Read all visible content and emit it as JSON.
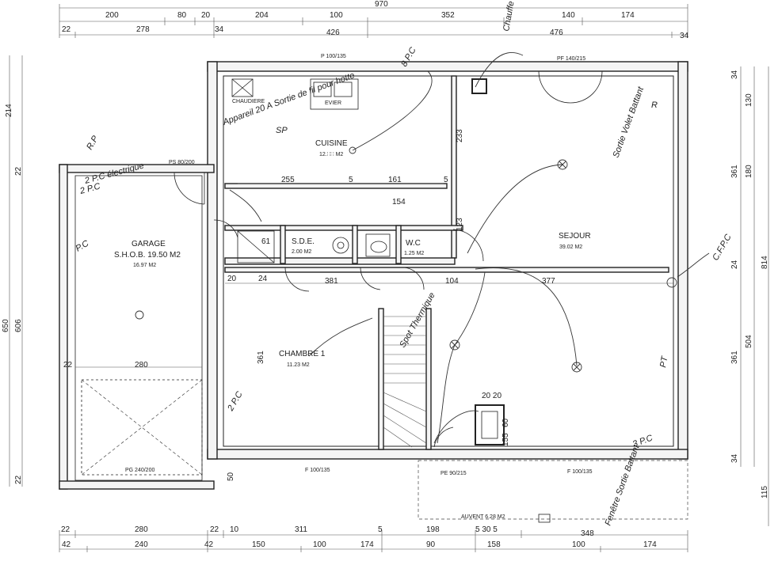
{
  "dims_top_row1": [
    "970"
  ],
  "dims_top_row2": [
    "200",
    "80",
    "20",
    "204",
    "100",
    "352",
    "140",
    "174"
  ],
  "dims_top_row3": [
    "22",
    "278",
    "34",
    "426",
    "476",
    "34"
  ],
  "dims_bottom_row1": [
    "22",
    "280",
    "22",
    "10",
    "311",
    "5",
    "198",
    "5 30 5",
    "348"
  ],
  "dims_bottom_row2": [
    "42",
    "240",
    "42",
    "150",
    "100",
    "174",
    "90",
    "158",
    "100",
    "174"
  ],
  "dims_left": [
    "214",
    "22",
    "650",
    "606",
    "22"
  ],
  "dims_right": [
    "34",
    "130",
    "361",
    "180",
    "24",
    "814",
    "504",
    "361",
    "34",
    "115"
  ],
  "dims_interior": [
    "255",
    "5",
    "161",
    "5",
    "154",
    "233",
    "123",
    "20",
    "24",
    "381",
    "104",
    "377",
    "361",
    "280",
    "20 20",
    "60",
    "155",
    "50",
    "61"
  ],
  "rooms": [
    {
      "name": "CUISINE",
      "area": "12.∷∷ M2"
    },
    {
      "name": "SEJOUR",
      "area": "39.02 M2"
    },
    {
      "name": "GARAGE",
      "area": "S.H.O.B. 19.50 M2",
      "area2": "16.97 M2"
    },
    {
      "name": "S.D.E.",
      "area": "2.00 M2"
    },
    {
      "name": "W.C",
      "area": "1.25 M2"
    },
    {
      "name": "CHAMBRE 1",
      "area": "11.23 M2"
    }
  ],
  "openings": [
    "P 100/135",
    "PF 140/215",
    "PS 80/200",
    "PG 240/200",
    "F 100/135",
    "PE 90/215",
    "F 100/135"
  ],
  "labels": {
    "chaudiere": "CHAUDIERE",
    "evier": "EVIER",
    "auvent": "AUVENT 6.28 M2"
  },
  "annotations": [
    "Appareil 20 A Sortie de fil pour hotte",
    "Sortie Volet Battant",
    "R",
    "P.C",
    "2 P.C",
    "2 P.C électrique",
    "SP",
    "R.P",
    "Spot Thermique",
    "Fenêtre Sortie Battant",
    "C.F.P.C",
    "PT",
    "Chauffe",
    "8 P.C",
    "3 P.C",
    "2 P.C"
  ]
}
